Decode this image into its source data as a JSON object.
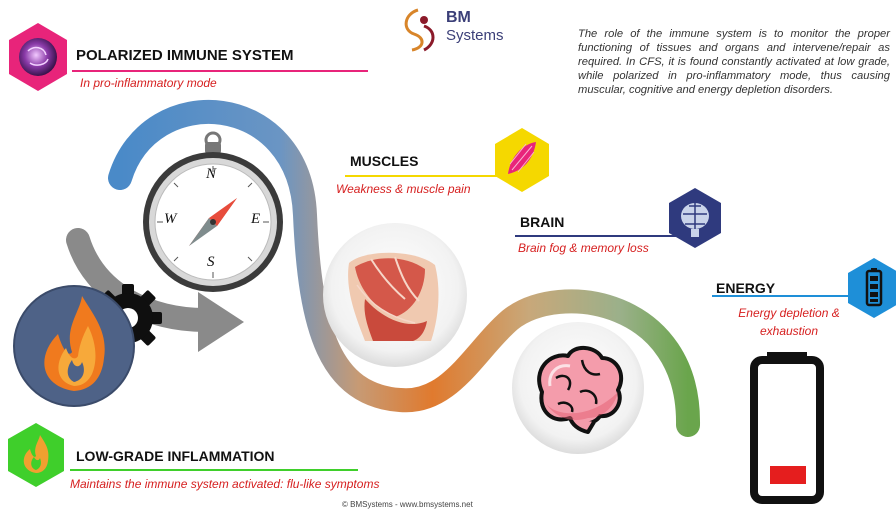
{
  "logo": {
    "line1": "BM",
    "line2": "Systems"
  },
  "intro_text": "The role of the immune system is to monitor the proper functioning of tissues and organs and intervene/repair as required. In CFS, it is found constantly activated at low grade, while polarized in pro-inflammatory mode, thus causing muscular, cognitive and energy depletion disorders.",
  "sections": {
    "polarized": {
      "title": "POLARIZED IMMUNE SYSTEM",
      "subtitle": "In pro-inflammatory mode"
    },
    "muscles": {
      "title": "MUSCLES",
      "subtitle": "Weakness & muscle pain"
    },
    "brain": {
      "title": "BRAIN",
      "subtitle": "Brain fog & memory loss"
    },
    "energy": {
      "title": "ENERGY",
      "subtitle_line1": "Energy depletion &",
      "subtitle_line2": "exhaustion"
    },
    "inflammation": {
      "title": "LOW-GRADE INFLAMMATION",
      "subtitle": "Maintains the immune system activated: flu-like symptoms"
    }
  },
  "compass": {
    "n": "N",
    "s": "S",
    "e": "E",
    "w": "W"
  },
  "footer": "© BMSystems  - www.bmsystems.net",
  "colors": {
    "pink": "#e8247a",
    "yellow": "#f5d800",
    "navy": "#2f3a7e",
    "blue": "#1e8fd8",
    "green": "#3fcf2b",
    "red": "#d62020"
  }
}
